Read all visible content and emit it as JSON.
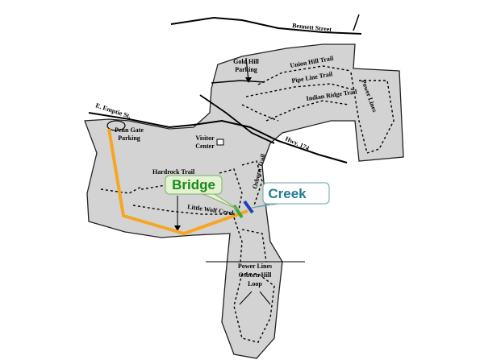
{
  "labels": {
    "bennett_street": "Bennett Street",
    "gold_hill_parking_1": "Gold Hill",
    "gold_hill_parking_2": "Parking",
    "union_hill_trail": "Union Hill Trail",
    "pipe_line_trail": "Pipe Line Trail",
    "indian_ridge_trail": "Indian Ridge Trail",
    "power_lines_north": "Power Lines",
    "e_emptie_st": "E. Emptie St.",
    "penn_gate_parking_1": "Penn Gate",
    "penn_gate_parking_2": "Parking",
    "visitor_center_1": "Visitor",
    "visitor_center_2": "Center",
    "hwy_174": "Hwy. 174",
    "hardrock_trail": "Hardrock Trail",
    "osborn_trail": "Osborn Trail",
    "little_wolf_creek": "Little Wolf Creek",
    "power_lines_south": "Power Lines",
    "osborn_hill_loop_1": "Osborn Hill",
    "osborn_hill_loop_2": "Loop"
  },
  "callouts": {
    "bridge": {
      "text": "Bridge",
      "color": "#1a8a1a"
    },
    "creek": {
      "text": "Creek",
      "color": "#1f7f8f"
    }
  },
  "colors": {
    "land_fill": "#d3d3d3",
    "route": "#f5a623",
    "bridge_marker": "#3aaa35",
    "creek_marker": "#1f3fbf"
  }
}
